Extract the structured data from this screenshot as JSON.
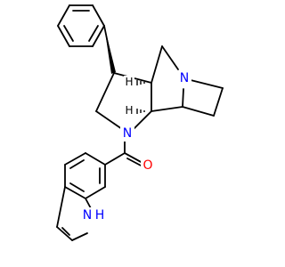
{
  "atoms": {
    "N_quinuclidine": {
      "symbol": "N",
      "color": "#0000ff"
    },
    "N_pyrrolidine": {
      "symbol": "N",
      "color": "#0000ff"
    },
    "O_carbonyl": {
      "symbol": "O",
      "color": "#ff0000"
    },
    "N_indole": {
      "symbol": "N",
      "color": "#0000ff"
    },
    "H_indole": {
      "symbol": "H",
      "color": "#0000ff"
    },
    "H_stereo_top": {
      "symbol": "H",
      "color": "#000000"
    },
    "H_stereo_bottom": {
      "symbol": "H",
      "color": "#000000"
    }
  },
  "colors": {
    "bond": "#000000",
    "background": "#ffffff"
  }
}
